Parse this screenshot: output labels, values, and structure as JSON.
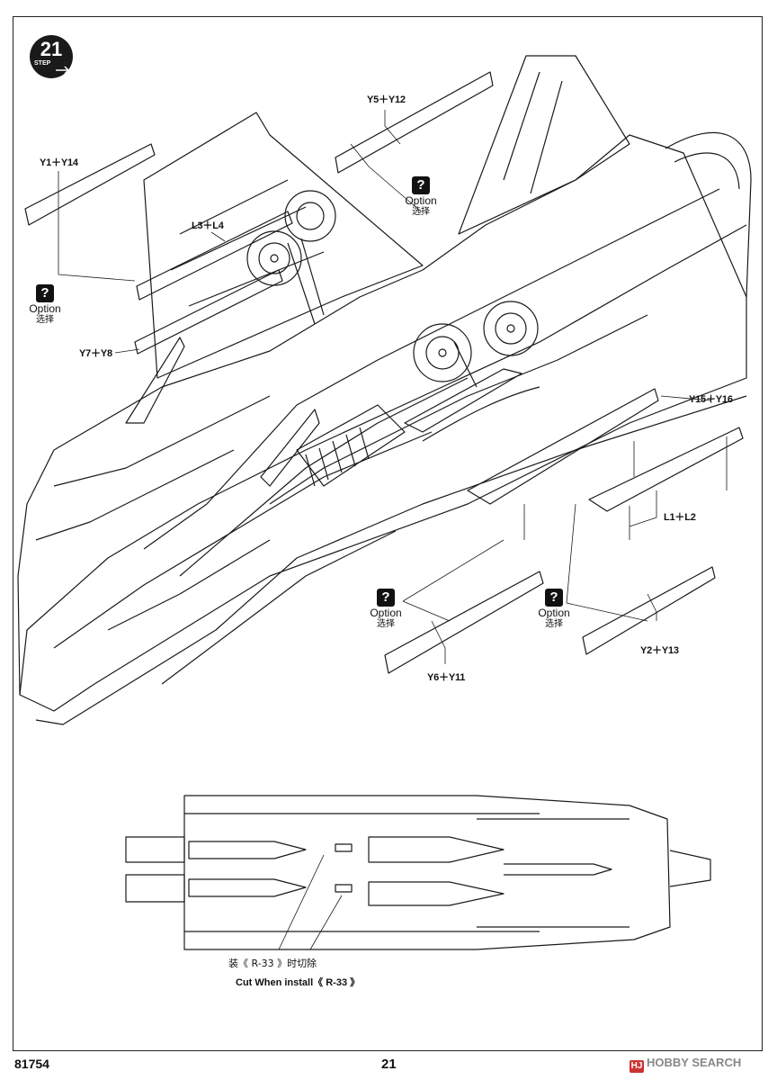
{
  "step": {
    "number": "21",
    "word": "STEP"
  },
  "parts": {
    "y5_y12": "Y5＋Y12",
    "y1_y14": "Y1＋Y14",
    "l3_l4": "L3＋L4",
    "y7_y8": "Y7＋Y8",
    "y15_y16": "Y15＋Y16",
    "l1_l2": "L1＋L2",
    "y6_y11": "Y6＋Y11",
    "y2_y13": "Y2＋Y13"
  },
  "option": {
    "mark": "?",
    "en": "Option",
    "zh": "选择"
  },
  "cut_note": {
    "zh": "装《 R-33 》时切除",
    "en": "Cut When install《 R-33 》"
  },
  "footer": {
    "code": "81754",
    "page": "21"
  },
  "watermark": {
    "logo_mark": "HJ",
    "text": "HOBBY SEARCH"
  }
}
